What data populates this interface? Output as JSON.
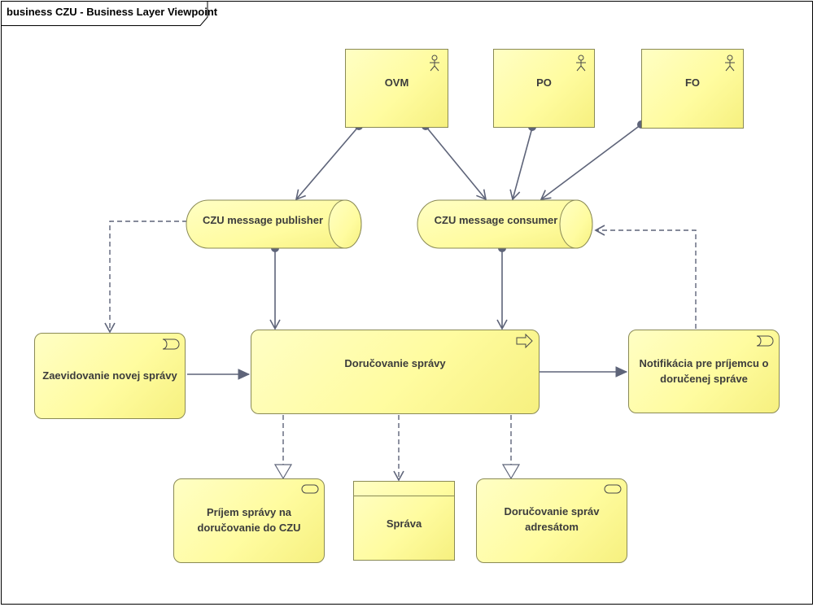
{
  "diagram": {
    "title": "business CZU - Business Layer Viewpoint",
    "actors": {
      "ovm": "OVM",
      "po": "PO",
      "fo": "FO"
    },
    "interfaces": {
      "publisher": "CZU message publisher",
      "consumer": "CZU message consumer"
    },
    "processes": {
      "zaevidovanie": "Zaevidovanie novej správy",
      "dorucovanie": "Doručovanie správy",
      "notifikacia": "Notifikácia pre príjemcu o doručenej správe"
    },
    "services": {
      "prijem": "Príjem správy na doručovanie do CZU",
      "adresatom": "Doručovanie správ adresátom"
    },
    "object": {
      "sprava": "Správa"
    }
  },
  "colors": {
    "element_fill": "#fffca0",
    "element_border": "#8a8a55",
    "connector": "#5e6479",
    "text": "#3c3c3c"
  },
  "icons": [
    "actor-icon",
    "event-icon",
    "process-arrow-icon",
    "service-icon"
  ]
}
